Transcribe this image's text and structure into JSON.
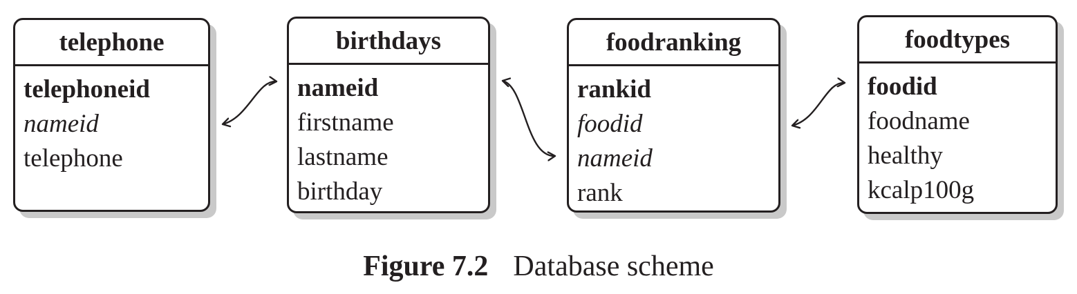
{
  "tables": [
    {
      "name": "telephone",
      "fields": [
        {
          "name": "telephoneid",
          "role": "primary-key"
        },
        {
          "name": "nameid",
          "role": "foreign-key"
        },
        {
          "name": "telephone",
          "role": "attribute"
        }
      ]
    },
    {
      "name": "birthdays",
      "fields": [
        {
          "name": "nameid",
          "role": "primary-key"
        },
        {
          "name": "firstname",
          "role": "attribute"
        },
        {
          "name": "lastname",
          "role": "attribute"
        },
        {
          "name": "birthday",
          "role": "attribute"
        }
      ]
    },
    {
      "name": "foodranking",
      "fields": [
        {
          "name": "rankid",
          "role": "primary-key"
        },
        {
          "name": "foodid",
          "role": "foreign-key"
        },
        {
          "name": "nameid",
          "role": "foreign-key"
        },
        {
          "name": "rank",
          "role": "attribute"
        }
      ]
    },
    {
      "name": "foodtypes",
      "fields": [
        {
          "name": "foodid",
          "role": "primary-key"
        },
        {
          "name": "foodname",
          "role": "attribute"
        },
        {
          "name": "healthy",
          "role": "attribute"
        },
        {
          "name": "kcalp100g",
          "role": "attribute"
        }
      ]
    }
  ],
  "relations": [
    {
      "from_table": "telephone",
      "from_field": "nameid",
      "to_table": "birthdays",
      "to_field": "nameid"
    },
    {
      "from_table": "birthdays",
      "from_field": "nameid",
      "to_table": "foodranking",
      "to_field": "nameid"
    },
    {
      "from_table": "foodranking",
      "from_field": "foodid",
      "to_table": "foodtypes",
      "to_field": "foodid"
    }
  ],
  "caption": {
    "label": "Figure 7.2",
    "text": "Database scheme"
  },
  "colors": {
    "ink": "#231f20",
    "shadow": "#c9c9c9",
    "background": "#ffffff"
  }
}
